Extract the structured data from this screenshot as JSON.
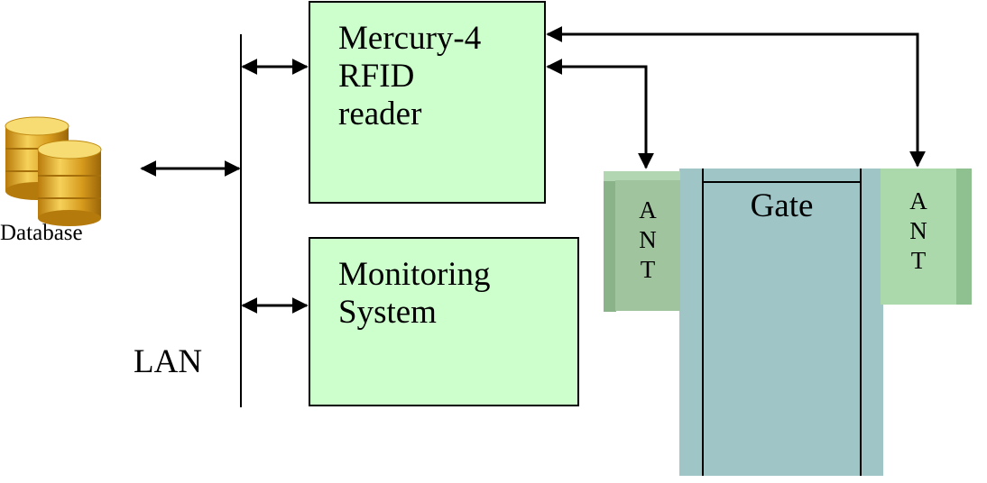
{
  "reader": {
    "lines": [
      "Mercury-4",
      "RFID",
      "reader"
    ]
  },
  "monitoring": {
    "lines": [
      "Monitoring",
      "System"
    ]
  },
  "database": {
    "label": "Database"
  },
  "lan": {
    "label": "LAN"
  },
  "gate": {
    "label": "Gate"
  },
  "antenna_left": {
    "letters": [
      "A",
      "N",
      "T"
    ]
  },
  "antenna_right": {
    "letters": [
      "A",
      "N",
      "T"
    ]
  },
  "colors": {
    "box_fill": "#ccffcc",
    "gate_fill": "#9fc5c6",
    "antenna_fill": "#9fc49e",
    "database_gold": "#d9a520"
  }
}
